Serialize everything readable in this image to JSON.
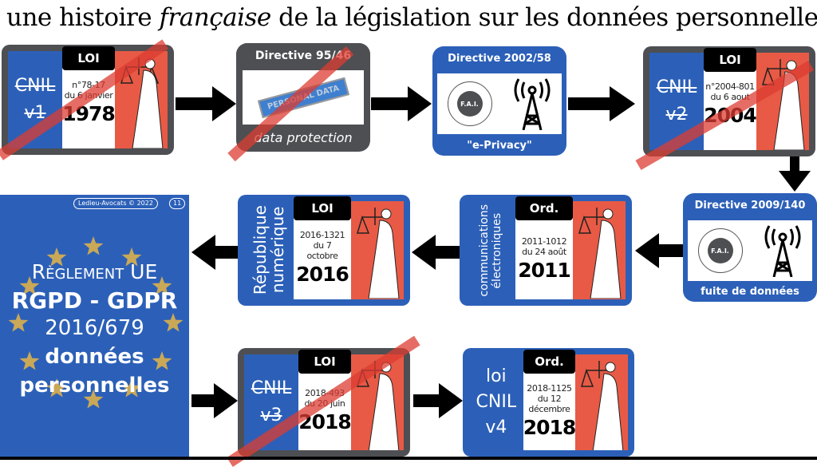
{
  "title": {
    "prefix": "une histoire ",
    "italic": "française",
    "suffix": " de la législation sur les données personnelles"
  },
  "cards": {
    "cnil_v1": {
      "tag": "LOI",
      "name": "CNIL",
      "version": "v1",
      "ref": "n°78-17",
      "date": "du 6 janvier",
      "year": "1978"
    },
    "cnil_v2": {
      "tag": "LOI",
      "name": "CNIL",
      "version": "v2",
      "ref": "n°2004-801",
      "date": "du 6 aout",
      "year": "2004"
    },
    "republique": {
      "tag": "LOI",
      "side_line1": "République",
      "side_line2": "numérique",
      "ref": "2016-1321",
      "date": "du 7",
      "date2": "octobre",
      "year": "2016"
    },
    "communications": {
      "tag": "Ord.",
      "side_line1": "communications",
      "side_line2": "électroniques",
      "ref": "2011-1012",
      "date": "du 24 août",
      "year": "2011"
    },
    "cnil_v3": {
      "tag": "LOI",
      "name": "CNIL",
      "version": "v3",
      "ref": "2018-493",
      "date": "du 20 juin",
      "year": "2018"
    },
    "cnil_v4": {
      "tag": "Ord.",
      "line1": "loi",
      "line2": "CNIL",
      "line3": "v4",
      "ref": "2018-1125",
      "date": "du 12",
      "date2": "décembre",
      "year": "2018"
    }
  },
  "directives": {
    "d95": {
      "title": "Directive 95/46",
      "footer": "data protection",
      "image_text": "PERSONAL DATA"
    },
    "d2002": {
      "title": "Directive 2002/58",
      "globe": "F.A.I.",
      "footer": "\"e-Privacy\""
    },
    "d2009": {
      "title": "Directive 2009/140",
      "globe": "F.A.I.",
      "footer": "fuite de données"
    }
  },
  "eu": {
    "line1": "Règlement UE",
    "line2": "RGPD - GDPR",
    "line3": "2016/679",
    "line4": "données",
    "line5": "personnelles",
    "credit": "Ledieu-Avocats © 2022",
    "page": "11"
  },
  "colors": {
    "blue": "#2c60b8",
    "red": "#e85a45",
    "gray": "#4d4f53",
    "gold": "#c9a858"
  }
}
